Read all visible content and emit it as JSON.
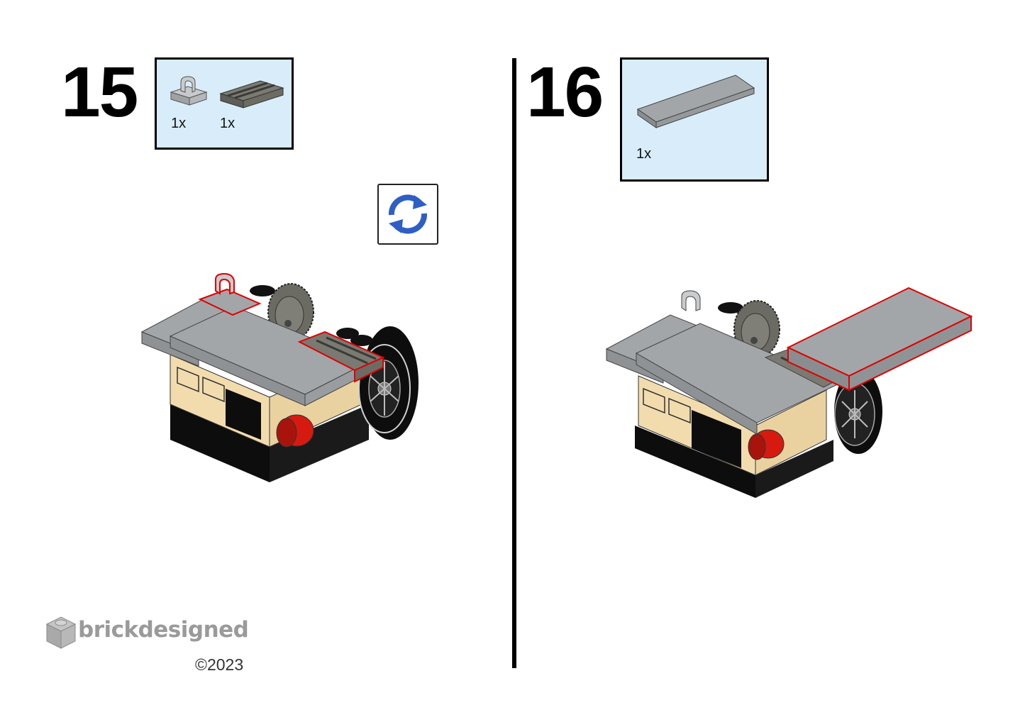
{
  "steps": [
    {
      "number": "15",
      "parts": [
        {
          "name": "tile-clip",
          "qty": "1x"
        },
        {
          "name": "grille-tile",
          "qty": "1x"
        }
      ]
    },
    {
      "number": "16",
      "parts": [
        {
          "name": "flat-tile-2x4",
          "qty": "1x"
        }
      ]
    }
  ],
  "rotate_icon": "rotate-model-icon",
  "footer": {
    "brand": "brickdesigned",
    "copyright": "©2023"
  },
  "colors": {
    "parts_box_bg": "#d8edf9",
    "light_gray": "#a3a6a8",
    "dark_gray": "#6b6b64",
    "tan": "#f2dcae",
    "black": "#0d0d0d",
    "red": "#d61a10",
    "highlight": "#e00000",
    "rotate_blue": "#2f5fc4"
  }
}
